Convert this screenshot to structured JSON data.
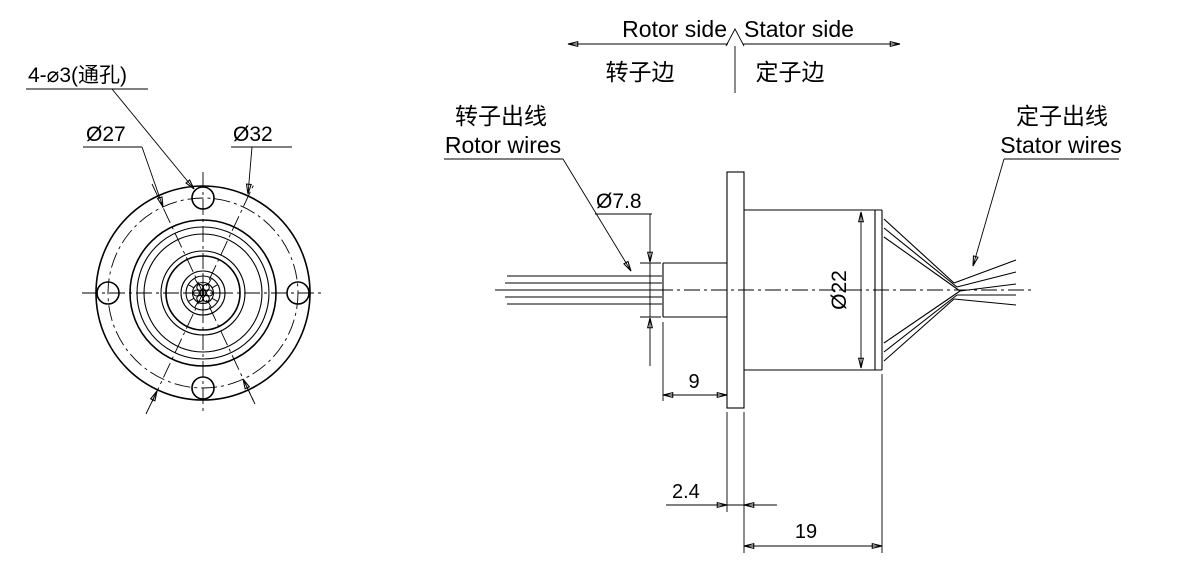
{
  "header": {
    "rotor_side_en": "Rotor side",
    "stator_side_en": "Stator side",
    "rotor_side_zh": "转子边",
    "stator_side_zh": "定子边"
  },
  "front_view": {
    "holes_label": "4-⌀3(通孔)",
    "dim_bolt_circle": "Ø27",
    "dim_flange": "Ø32"
  },
  "side_view": {
    "rotor_wires_zh": "转子出线",
    "rotor_wires_en": "Rotor wires",
    "stator_wires_zh": "定子出线",
    "stator_wires_en": "Stator wires",
    "dim_shaft_dia": "Ø7.8",
    "dim_body_dia": "Ø22",
    "dim_shaft_len": "9",
    "dim_flange_thk": "2.4",
    "dim_body_len": "19"
  },
  "colors": {
    "line": "#000000",
    "background": "#ffffff"
  }
}
